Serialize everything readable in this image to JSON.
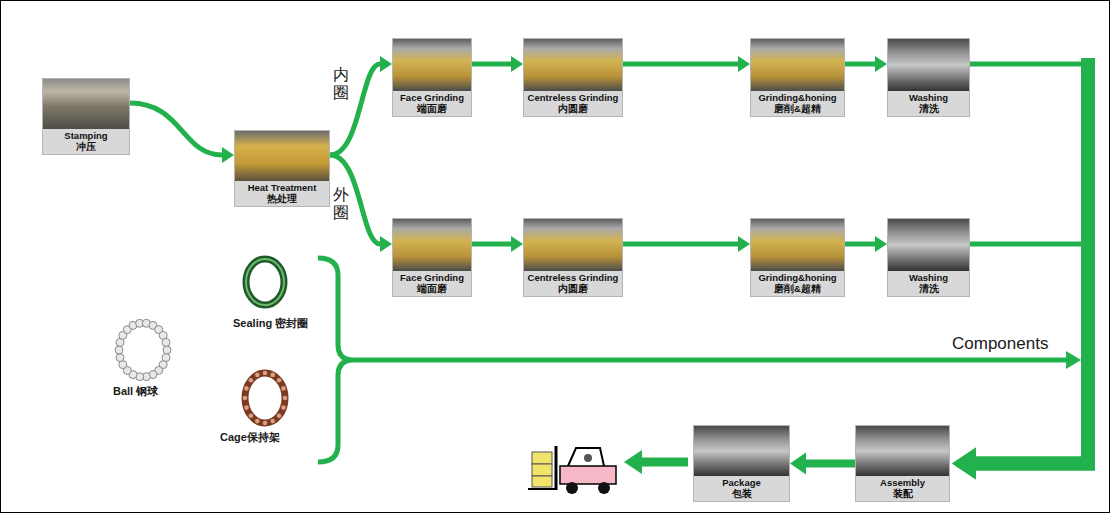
{
  "diagram": {
    "nodes": [
      {
        "text": [
          "Stamping",
          "冲压"
        ]
      },
      {
        "text": [
          "Heat Treatment",
          "热处理"
        ]
      },
      {
        "text": [
          "Face Grinding",
          "端面磨"
        ]
      },
      {
        "text": [
          "Centreless Grinding",
          "内圆磨"
        ]
      },
      {
        "text": [
          "Grinding&honing",
          "磨削&超精"
        ]
      },
      {
        "text": [
          "Washing",
          "清洗"
        ]
      },
      {
        "text": [
          "Face Grinding",
          "端面磨"
        ]
      },
      {
        "text": [
          "Centreless Grinding",
          "内圆磨"
        ]
      },
      {
        "text": [
          "Grinding&honing",
          "磨削&超精"
        ]
      },
      {
        "text": [
          "Washing",
          "清洗"
        ]
      },
      {
        "text": [
          "Assembly",
          "装配"
        ]
      },
      {
        "text": [
          "Package",
          "包装"
        ]
      }
    ],
    "edges": [
      {
        "from": 0,
        "to": 1,
        "arrow": "to"
      },
      {
        "from": 1,
        "to": 2,
        "arrow": "to"
      },
      {
        "from": 1,
        "to": 6,
        "arrow": "to"
      },
      {
        "from": 2,
        "to": 3,
        "arrow": "to"
      },
      {
        "from": 3,
        "to": 4,
        "arrow": "to"
      },
      {
        "from": 4,
        "to": 5,
        "arrow": "to"
      },
      {
        "from": 6,
        "to": 7,
        "arrow": "to"
      },
      {
        "from": 7,
        "to": 8,
        "arrow": "to"
      },
      {
        "from": 8,
        "to": 9,
        "arrow": "to"
      },
      {
        "from": 5,
        "to": 10,
        "arrow": "to"
      },
      {
        "from": 9,
        "to": 10,
        "arrow": "to"
      },
      {
        "from": 10,
        "to": 11,
        "arrow": "to"
      }
    ],
    "labels": [
      "内圈",
      "外圈",
      "Components",
      "Sealing 密封圈",
      "Ball 钢球",
      "Cage保持架"
    ]
  }
}
